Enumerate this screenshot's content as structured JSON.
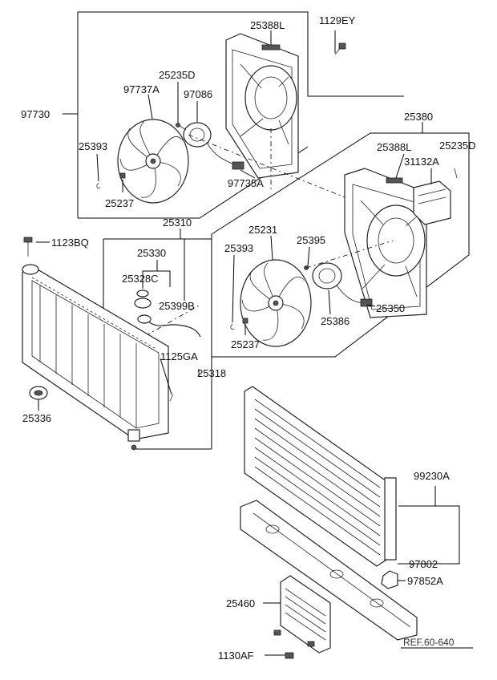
{
  "labels": {
    "p25388L_top": "25388L",
    "p1129EY": "1129EY",
    "p25235D_top": "25235D",
    "p97737A": "97737A",
    "p97086": "97086",
    "p97730": "97730",
    "p25393_top": "25393",
    "p25237_top": "25237",
    "p97735A": "97735A",
    "p25380": "25380",
    "p25388L_right": "25388L",
    "p25235D_right": "25235D",
    "p31132A": "31132A",
    "p25310": "25310",
    "p1123BQ": "1123BQ",
    "p25330": "25330",
    "p25328C": "25328C",
    "p25399B": "25399B",
    "p1125GA": "1125GA",
    "p25318": "25318",
    "p25336": "25336",
    "p25231": "25231",
    "p25395": "25395",
    "p25393_right": "25393",
    "p25237_right": "25237",
    "p25386": "25386",
    "p25350": "25350",
    "p99230A": "99230A",
    "p97802": "97802",
    "p97852A": "97852A",
    "p25460": "25460",
    "p1130AF": "1130AF",
    "ref": "REF.60-640"
  }
}
